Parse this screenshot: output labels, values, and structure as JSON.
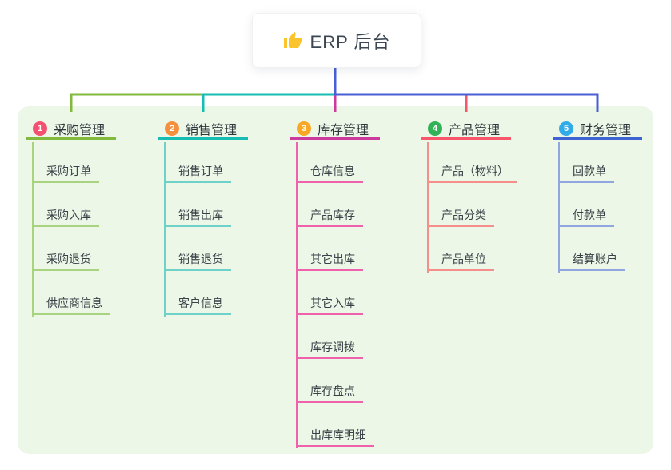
{
  "root": {
    "label": "ERP 后台",
    "icon": "thumbs-up-icon",
    "icon_color": "#fbc32c"
  },
  "panel_bg": "#edf7e8",
  "connectors": {
    "branch1": "#82ba3e",
    "branch2": "#17bdb2",
    "branch3": "#cc3a9d",
    "branch4": "#f8566b",
    "branch5": "#4a5fd6"
  },
  "branches": [
    {
      "num": "1",
      "label": "采购管理",
      "badge_color": "#f45170",
      "line_color": "#82ba3e",
      "child_line_color": "#a9d47f",
      "children": [
        "采购订单",
        "采购入库",
        "采购退货",
        "供应商信息"
      ]
    },
    {
      "num": "2",
      "label": "销售管理",
      "badge_color": "#f7903e",
      "line_color": "#17bdb2",
      "child_line_color": "#6fd2c8",
      "children": [
        "销售订单",
        "销售出库",
        "销售退货",
        "客户信息"
      ]
    },
    {
      "num": "3",
      "label": "库存管理",
      "badge_color": "#f9a825",
      "line_color": "#cc3a9d",
      "child_line_color": "#ef62ab",
      "children": [
        "仓库信息",
        "产品库存",
        "其它出库",
        "其它入库",
        "库存调拨",
        "库存盘点",
        "出库库明细"
      ]
    },
    {
      "num": "4",
      "label": "产品管理",
      "badge_color": "#33b358",
      "line_color": "#f8566b",
      "child_line_color": "#f68e8b",
      "children": [
        "产品（物料）",
        "产品分类",
        "产品单位"
      ]
    },
    {
      "num": "5",
      "label": "财务管理",
      "badge_color": "#32abe9",
      "line_color": "#3e63d3",
      "child_line_color": "#8fa7de",
      "children": [
        "回款单",
        "付款单",
        "结算账户"
      ]
    }
  ]
}
